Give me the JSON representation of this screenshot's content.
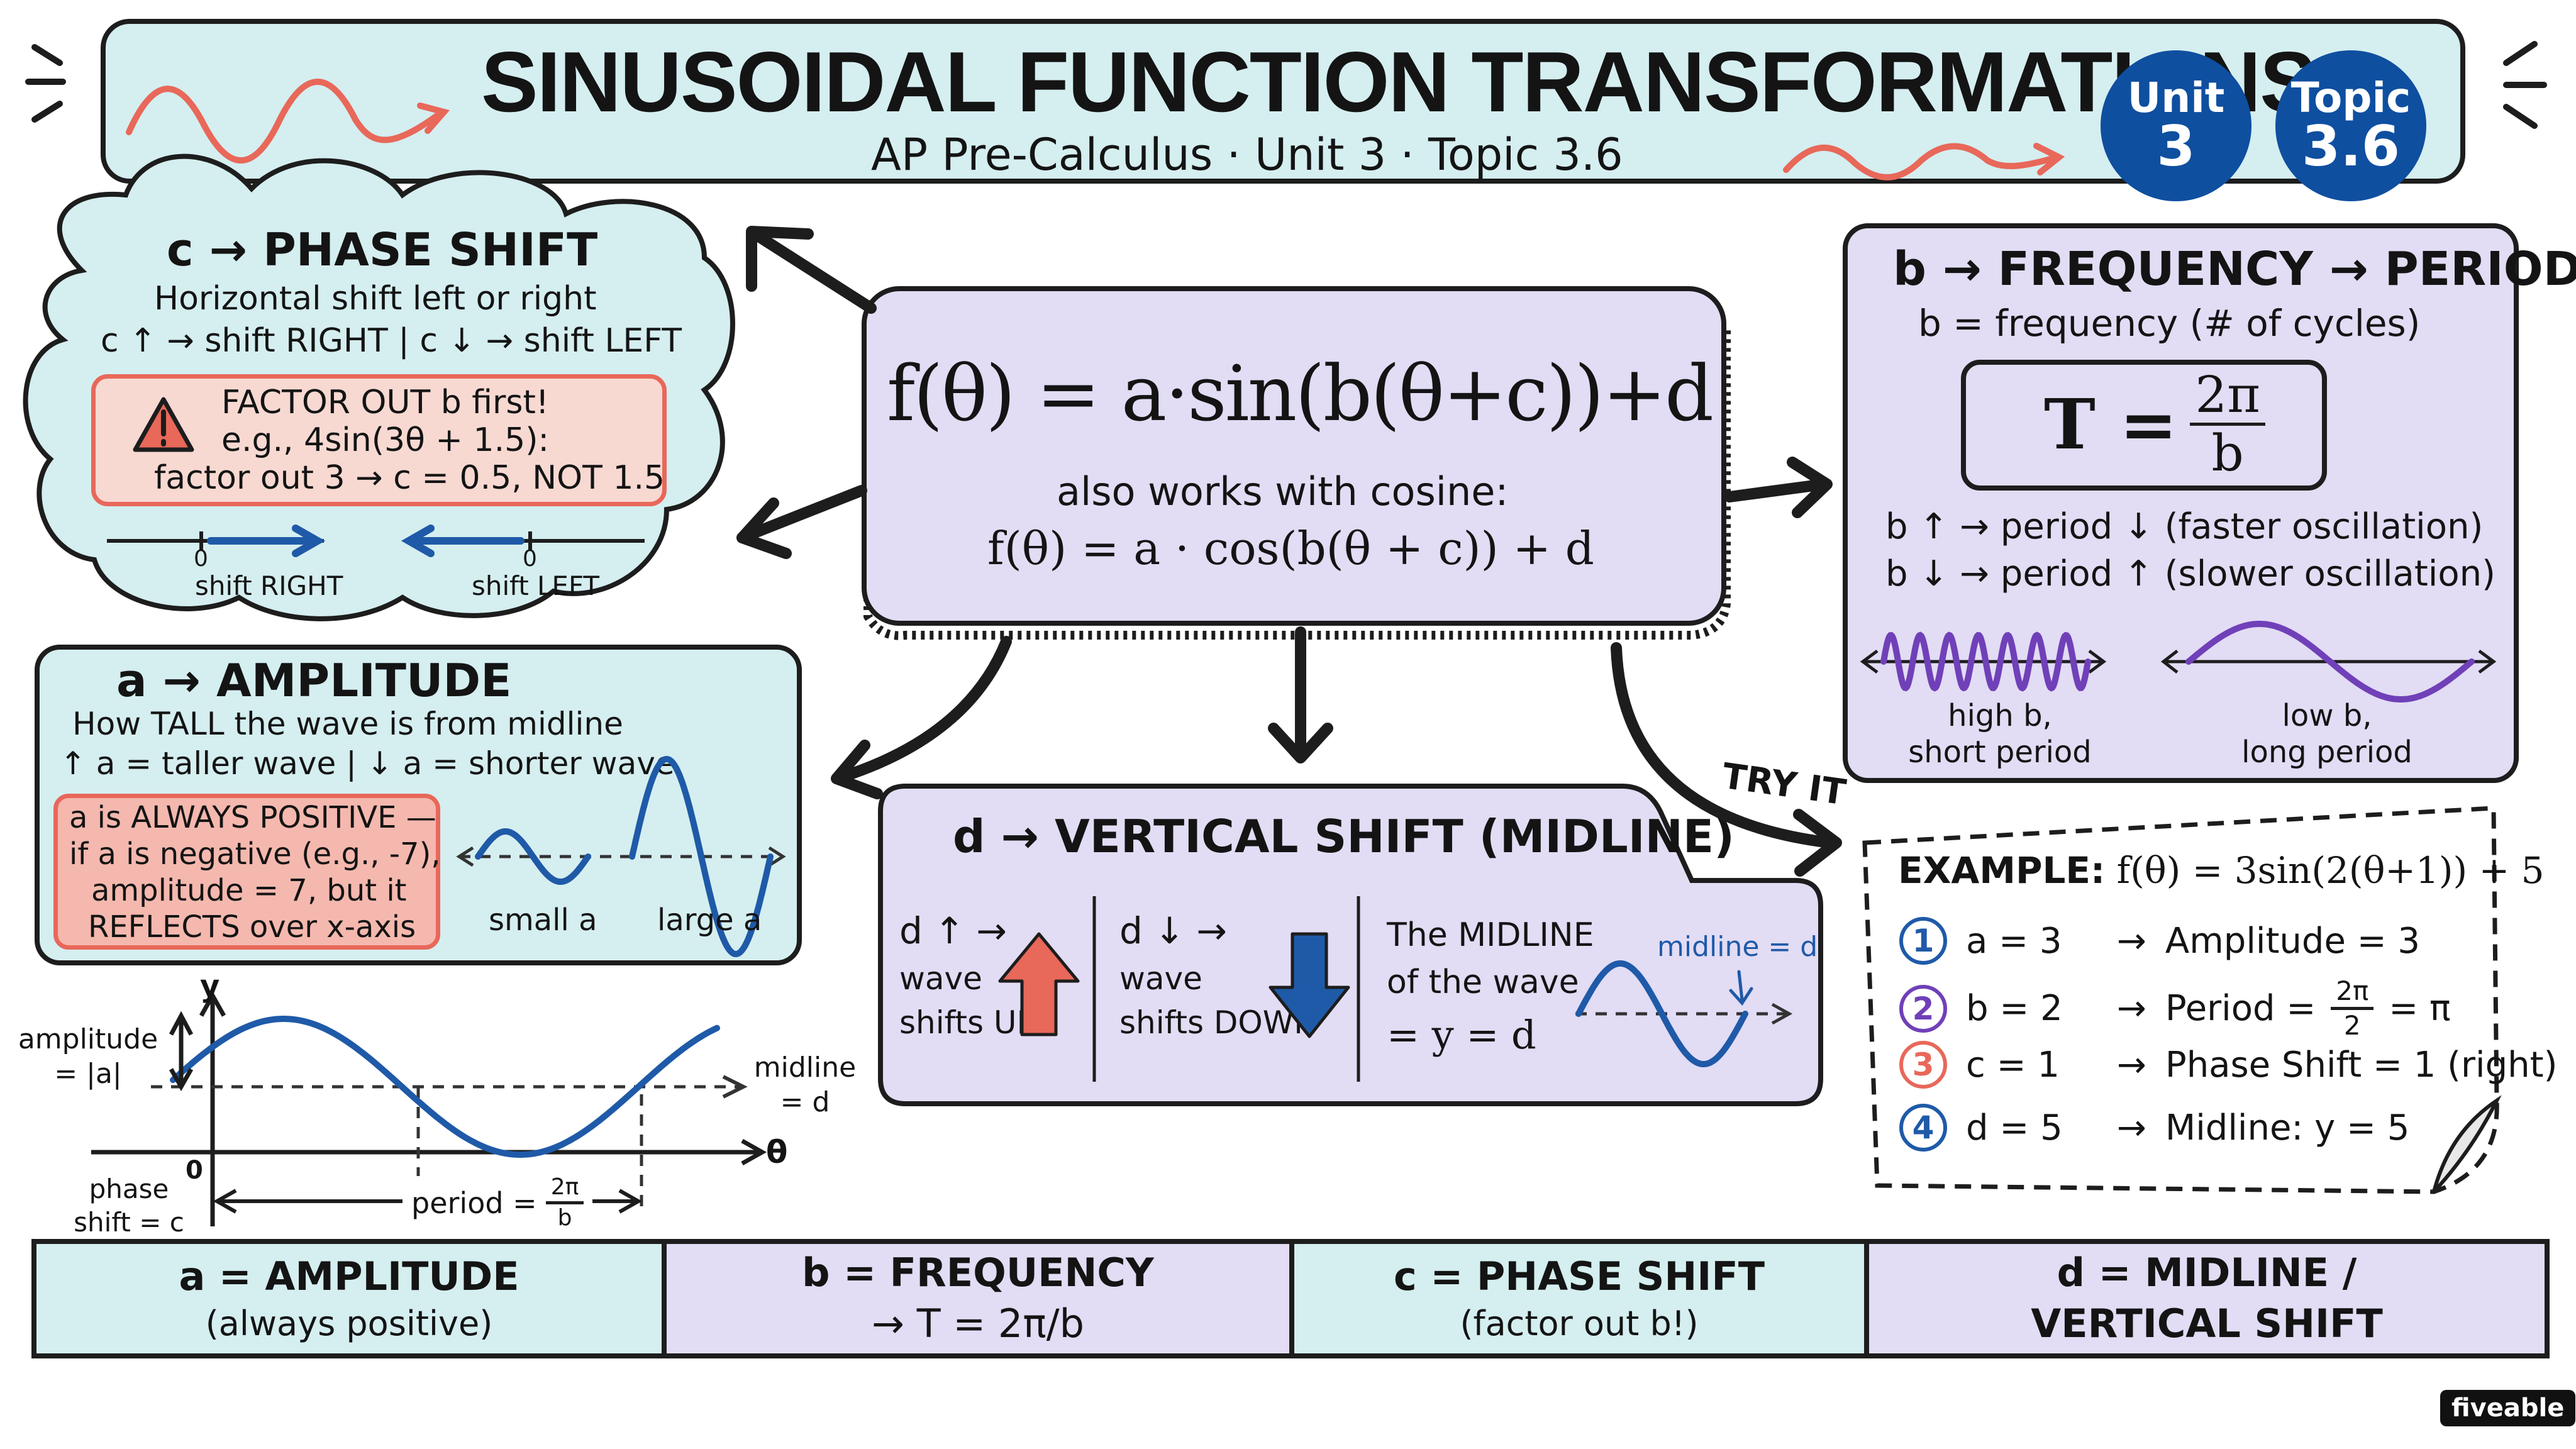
{
  "header": {
    "title": "SINUSOIDAL FUNCTION TRANSFORMATIONS",
    "subtitle": "AP Pre-Calculus · Unit 3 · Topic 3.6",
    "badge_unit_label": "Unit",
    "badge_unit_value": "3",
    "badge_topic_label": "Topic",
    "badge_topic_value": "3.6"
  },
  "phase_shift": {
    "heading": "c → PHASE SHIFT",
    "line1": "Horizontal shift left or right",
    "line2": "c ↑ → shift RIGHT | c ↓ → shift LEFT",
    "warn1": "FACTOR OUT b first!",
    "warn2": "e.g., 4sin(3θ + 1.5):",
    "warn3": "factor out 3 → c = 0.5, NOT 1.5",
    "zero": "0",
    "right_label": "shift RIGHT",
    "left_label": "shift LEFT"
  },
  "center": {
    "formula": "f(θ) = a·sin(b(θ+c))+d",
    "also": "also works with cosine:",
    "cos_formula": "f(θ) = a · cos(b(θ + c)) + d"
  },
  "frequency": {
    "heading": "b → FREQUENCY → PERIOD",
    "line1": "b = frequency (# of cycles)",
    "formula_lhs": "T =",
    "formula_num": "2π",
    "formula_den": "b",
    "line2": "b ↑ → period ↓ (faster oscillation)",
    "line3": "b ↓ → period ↑ (slower oscillation)",
    "high_label_1": "high b,",
    "high_label_2": "short period",
    "low_label_1": "low b,",
    "low_label_2": "long period"
  },
  "amplitude": {
    "heading": "a → AMPLITUDE",
    "line1": "How TALL the wave is from midline",
    "line2": "↑ a = taller wave | ↓ a = shorter wave",
    "warn1": "a is ALWAYS POSITIVE —",
    "warn2": "if a is negative (e.g., -7),",
    "warn3": "amplitude = 7, but it",
    "warn4": "REFLECTS over x-axis",
    "small_label": "small a",
    "large_label": "large a"
  },
  "graph": {
    "y_label": "y",
    "theta_label": "θ",
    "origin": "0",
    "amp_label_1": "amplitude",
    "amp_label_2": "= |a|",
    "midline_label_1": "midline",
    "midline_label_2": "= d",
    "phase_label_1": "phase",
    "phase_label_2": "shift = c",
    "period_label": "period =",
    "period_num": "2π",
    "period_den": "b"
  },
  "vertical": {
    "heading": "d → VERTICAL SHIFT (MIDLINE)",
    "up_1": "d ↑ →",
    "up_2": "wave",
    "up_3": "shifts UP",
    "down_1": "d ↓ →",
    "down_2": "wave",
    "down_3": "shifts DOWN",
    "mid_1": "The MIDLINE",
    "mid_2": "of the wave",
    "mid_3": "= y = d",
    "midline_tag": "midline = d"
  },
  "example": {
    "try_it": "TRY IT",
    "heading_prefix": "EXAMPLE:",
    "heading_formula": "f(θ) = 3sin(2(θ+1)) + 5",
    "items": [
      {
        "n": "1",
        "left": "a = 3",
        "right": "Amplitude = 3"
      },
      {
        "n": "2",
        "left": "b = 2",
        "right": "Period ="
      },
      {
        "n": "3",
        "left": "c = 1",
        "right": "Phase Shift = 1 (right)"
      },
      {
        "n": "4",
        "left": "d = 5",
        "right": "Midline: y = 5"
      }
    ],
    "period_num": "2π",
    "period_den": "2",
    "period_result": "= π"
  },
  "footer": [
    {
      "line1": "a = AMPLITUDE",
      "line2": "(always positive)"
    },
    {
      "line1": "b = FREQUENCY",
      "line2": "→ T = 2π/b"
    },
    {
      "line1": "c = PHASE SHIFT",
      "line2": "(factor out b!)"
    },
    {
      "line1": "d = MIDLINE /",
      "line2": "VERTICAL SHIFT"
    }
  ],
  "brand": "fiveable",
  "colors": {
    "teal": "#d5eef0",
    "lavender": "#e2dcf4",
    "badge_blue": "#0f4fa0",
    "wave_blue": "#1f5aa8",
    "wave_purple": "#7040b8",
    "accent_red": "#e8685a",
    "warning_bg": "#f7d9d2"
  }
}
